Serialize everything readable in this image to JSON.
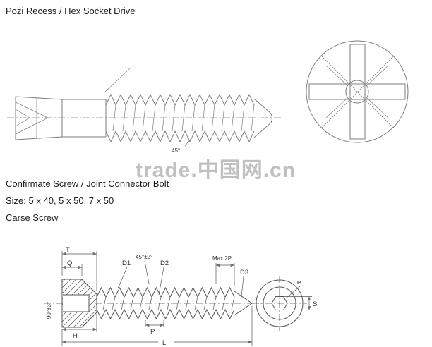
{
  "header": {
    "title": "Pozi Recess / Hex Socket Drive"
  },
  "watermark": {
    "text": "trade.中国网.cn"
  },
  "description": {
    "product": "Confirmate Screw / Joint Connector Bolt",
    "sizes": "Size: 5 x 40, 5 x 50, 7 x 50",
    "category": "Carse Screw"
  },
  "top_drawing": {
    "labels": {
      "tip_angle": "45°"
    }
  },
  "bottom_drawing": {
    "labels": {
      "T": "T",
      "Q": "Q",
      "D1": "D1",
      "thread_angle": "45°±2°",
      "D2": "D2",
      "max_2p": "Max 2P",
      "D3": "D3",
      "head_angle": "90°±3°",
      "H": "H",
      "P": "P",
      "L": "L",
      "e": "e",
      "S": "S"
    }
  },
  "colors": {
    "background": "#ffffff",
    "line_top": "#7d7d7d",
    "line_bottom": "#565656",
    "text": "#1a1a1a",
    "watermark": "#999999"
  }
}
